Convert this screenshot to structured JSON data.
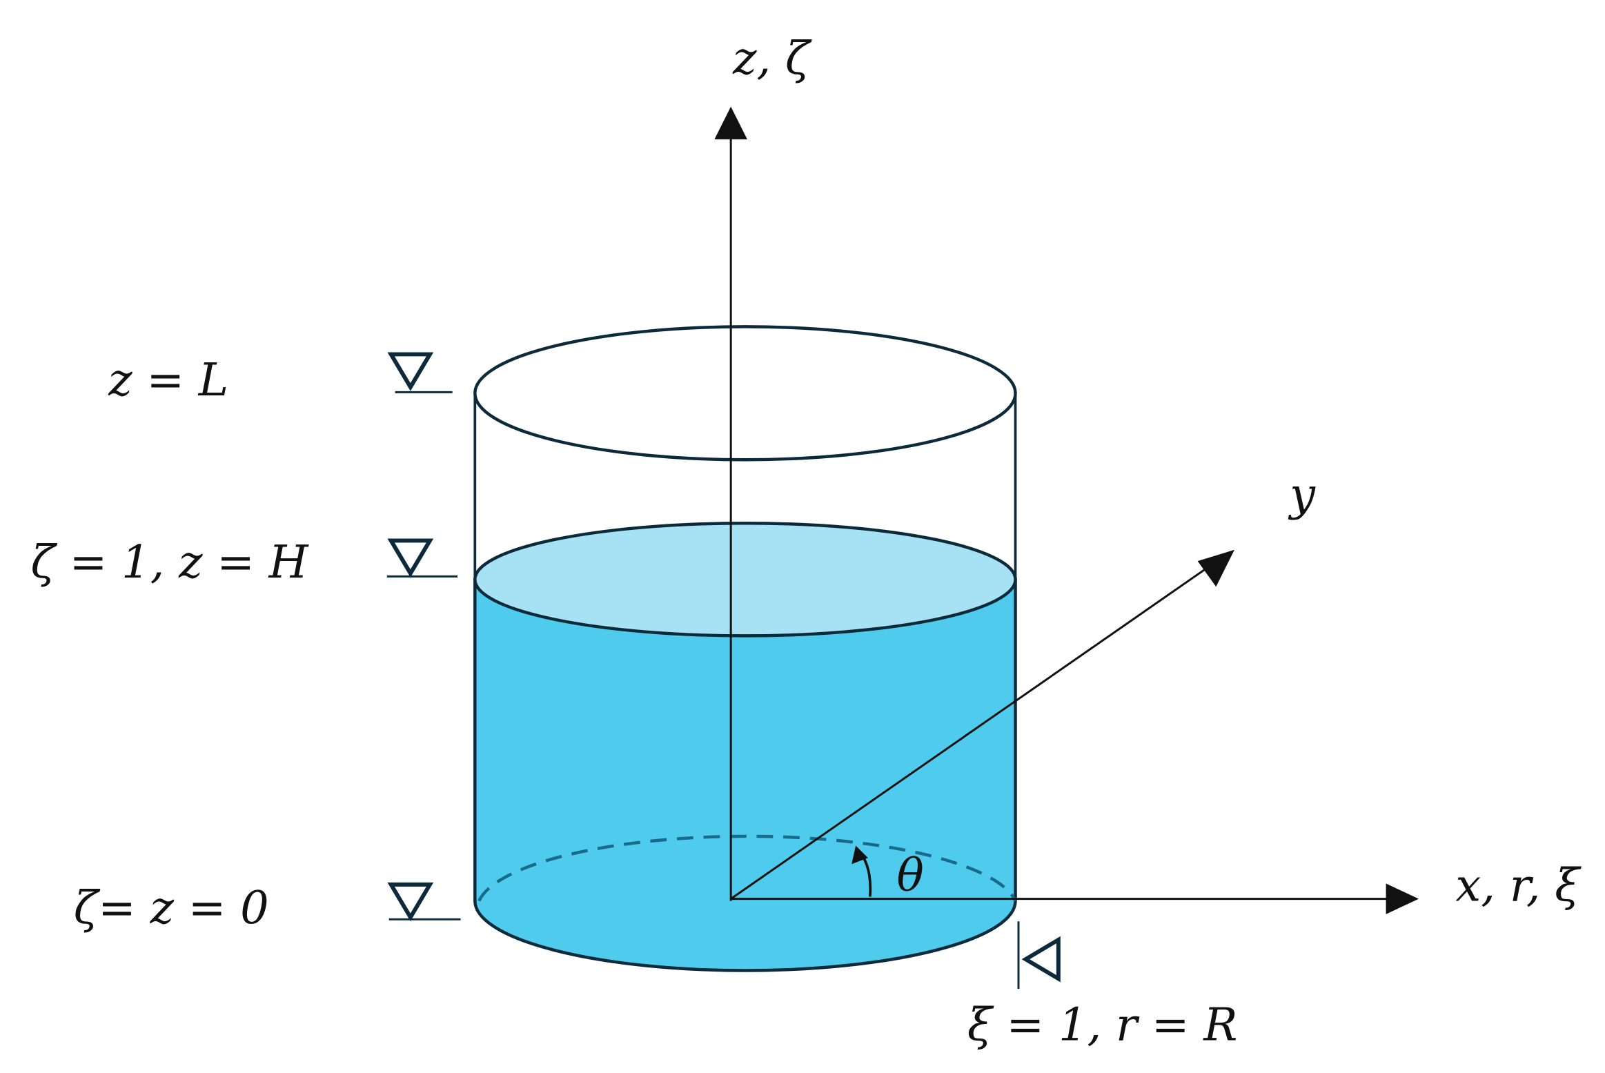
{
  "labels": {
    "z_axis": "z, ζ",
    "y_axis": "y",
    "x_axis": "x, r, ξ",
    "angle": "θ",
    "top_level": "z = L",
    "water_level": "ζ = 1, z = H",
    "bottom_level": "ζ= z = 0",
    "radius": "ξ = 1, r = R"
  },
  "colors": {
    "water_side": "#4fcbed",
    "water_surface": "#a6e2f3",
    "outline": "#0d2a3a",
    "dashed_arc": "#1a6a8a",
    "axis": "#111111"
  },
  "symbols": {
    "level_marker": "∇"
  }
}
